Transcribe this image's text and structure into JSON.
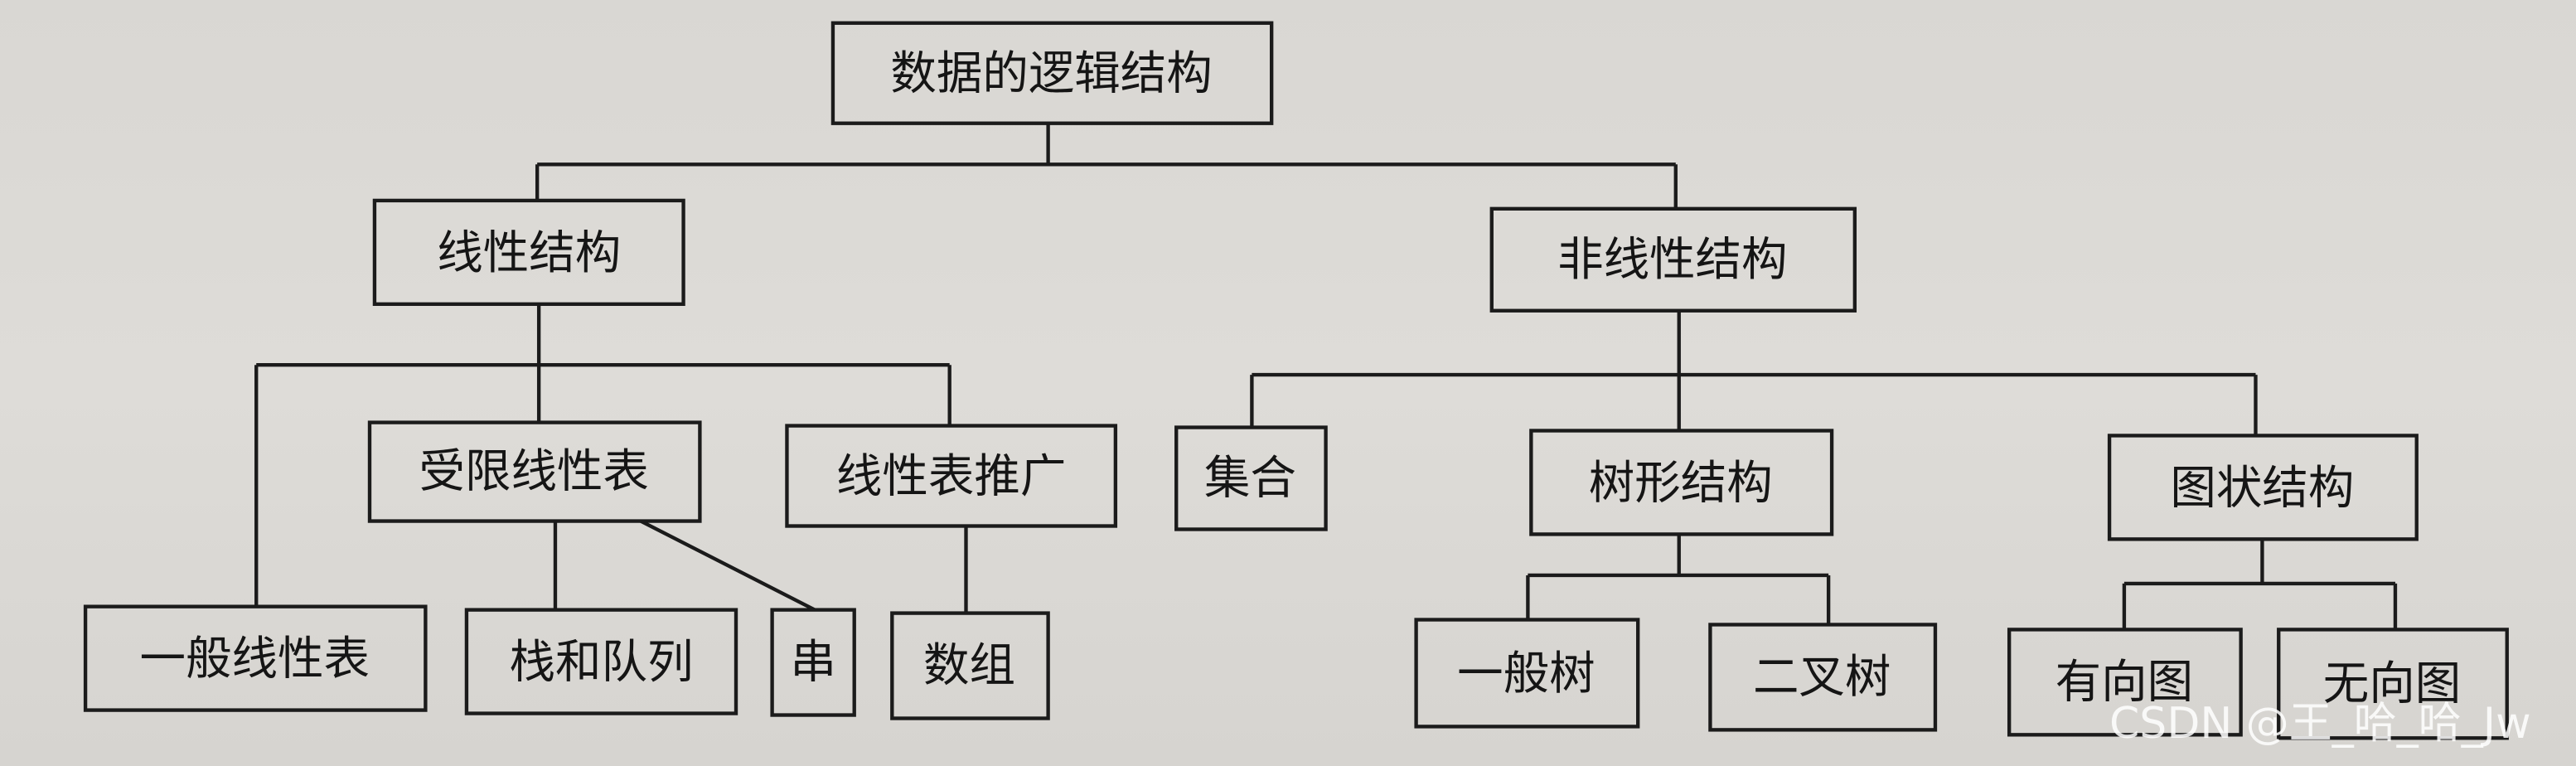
{
  "diagram": {
    "root": "数据的逻辑结构",
    "linear": "线性结构",
    "nonlinear": "非线性结构",
    "restricted_linear_list": "受限线性表",
    "generalized_linear_list": "线性表推广",
    "set": "集合",
    "tree": "树形结构",
    "graph": "图状结构",
    "general_linear_list": "一般线性表",
    "stack_queue": "栈和队列",
    "string": "串",
    "array": "数组",
    "general_tree": "一般树",
    "binary_tree": "二叉树",
    "directed_graph": "有向图",
    "undirected_graph": "无向图"
  },
  "watermark": "CSDN @王_哈_哈_Jw"
}
